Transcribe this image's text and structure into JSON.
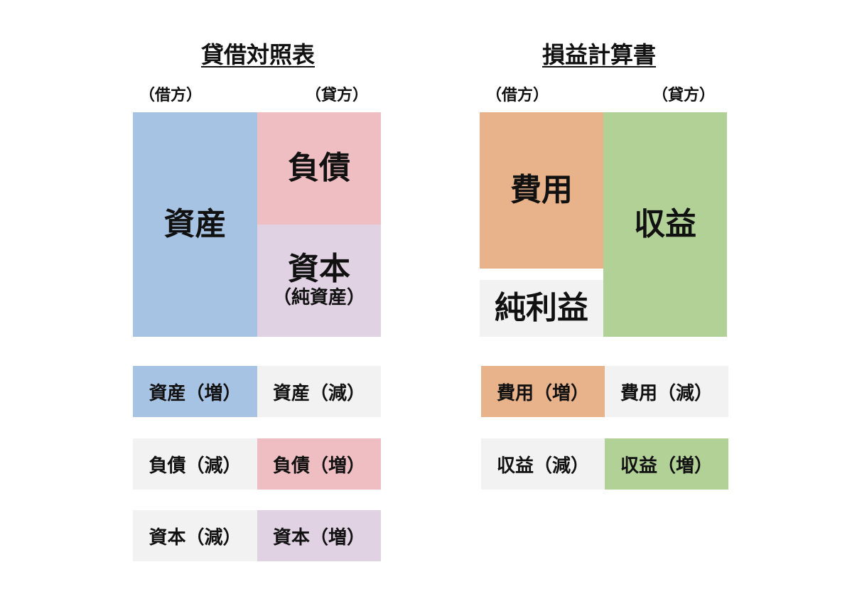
{
  "colors": {
    "asset": "#a7c3e3",
    "liability": "#efbec2",
    "equity": "#e0d1e3",
    "expense": "#e8b38a",
    "revenue": "#b2d196",
    "neutral": "#f2f2f2"
  },
  "balance_sheet": {
    "title": "貸借対照表",
    "debit_label": "（借方）",
    "credit_label": "（貸方）",
    "asset": "資産",
    "liability": "負債",
    "equity": "資本",
    "equity_sub": "（純資産）"
  },
  "income_statement": {
    "title": "損益計算書",
    "debit_label": "（借方）",
    "credit_label": "（貸方）",
    "expense": "費用",
    "net_income": "純利益",
    "revenue": "収益"
  },
  "rules": {
    "asset_inc": "資産（増）",
    "asset_dec": "資産（減）",
    "liability_dec": "負債（減）",
    "liability_inc": "負債（増）",
    "equity_dec": "資本（減）",
    "equity_inc": "資本（増）",
    "expense_inc": "費用（増）",
    "expense_dec": "費用（減）",
    "revenue_dec": "収益（減）",
    "revenue_inc": "収益（増）"
  }
}
